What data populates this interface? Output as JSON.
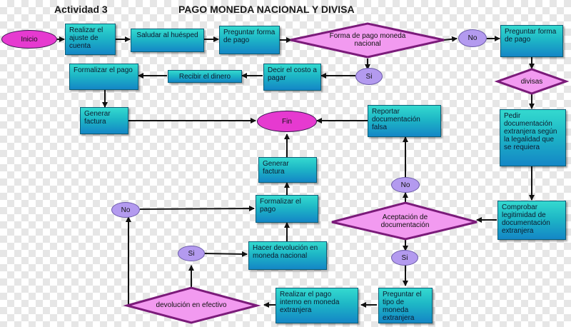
{
  "header": {
    "activity": "Actividad 3",
    "title": "PAGO MONEDA NACIONAL Y DIVISA"
  },
  "nodes": {
    "inicio": "Inicio",
    "realizar_ajuste": "Realizar el ajuste de cuenta",
    "saludar": "Saludar al huésped",
    "preguntar_forma_1": "Preguntar forma de pago",
    "forma_pago": "Forma de pago moneda nacional",
    "no_1": "No",
    "preguntar_forma_2": "Preguntar forma de pago",
    "si_1": "Si",
    "decir_costo": "Decir el costo a pagar",
    "recibir_dinero": "Recibir el dinero",
    "formalizar_pago_1": "Formalizar el pago",
    "generar_factura_1": "Generar factura",
    "fin": "Fin",
    "divisas": "divisas",
    "reportar": "Reportar documentación falsa",
    "pedir_doc": "Pedir documentación extranjera según la legalidad que se requiera",
    "generar_factura_2": "Generar factura",
    "no_2": "No",
    "no_3": "No",
    "formalizar_pago_2": "Formalizar el pago",
    "aceptacion": "Aceptación de documentación",
    "comprobar": "Comprobar legitimidad de documentación extranjera",
    "si_2": "Si",
    "hacer_devolucion": "Hacer devolución en moneda nacional",
    "si_3": "Si",
    "devolucion_efectivo": "devolución en efectivo",
    "realizar_pago_interno": "Realizar el pago interno en moneda extranjera",
    "preguntar_tipo": "Preguntar el tipo de moneda extranjera"
  },
  "colors": {
    "box_top": "#34d9cf",
    "box_bottom": "#1486c6",
    "terminal": "#e63ad0",
    "decision_fill": "#f29af0",
    "connector": "#b39aef",
    "arrow": "#111111"
  }
}
